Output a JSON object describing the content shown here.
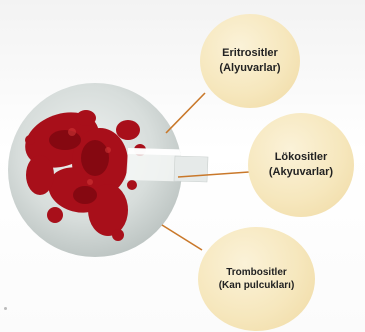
{
  "colors": {
    "bubble_fill": "#f6e7bd",
    "connector": "#c9782a",
    "blood_red": "#a80f1a",
    "dish_fill": "#d9dedd"
  },
  "bubbles": [
    {
      "title": "Eritrositler",
      "subtitle": "(Alyuvarlar)"
    },
    {
      "title": "Lökositler",
      "subtitle": "(Akyuvarlar)"
    },
    {
      "title": "Trombositler",
      "subtitle": "(Kan pulcukları)"
    }
  ]
}
